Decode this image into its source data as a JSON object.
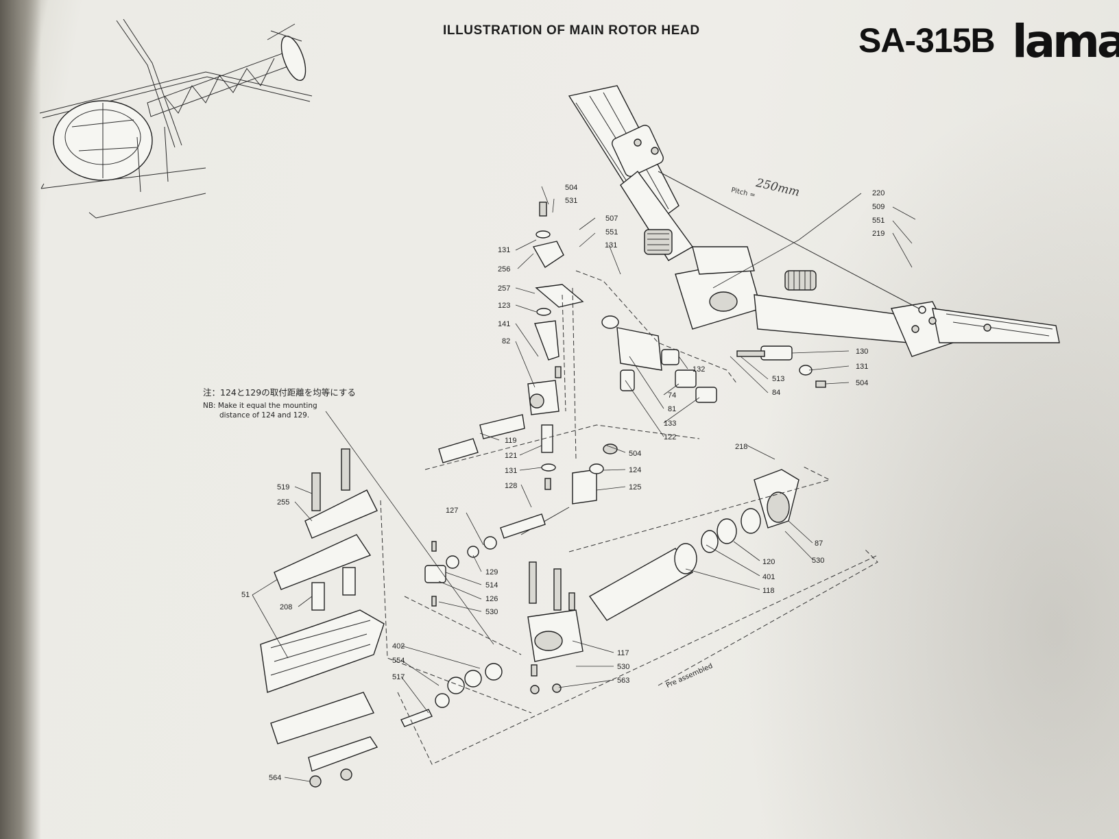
{
  "header": {
    "title": "ILLUSTRATION OF MAIN ROTOR HEAD",
    "model": "SA-315B",
    "brand": "lama"
  },
  "notes": {
    "jp": "注：124と129の取付距離を均等にする",
    "en_line1": "NB: Make it equal the mounting",
    "en_line2": "distance of 124 and 129.",
    "pitch": "Pitch =",
    "pitch_handwritten": "250mm",
    "preassembled": "Pre assembled"
  },
  "part_labels": [
    {
      "id": "504a",
      "text": "504"
    },
    {
      "id": "531",
      "text": "531"
    },
    {
      "id": "507",
      "text": "507"
    },
    {
      "id": "551a",
      "text": "551"
    },
    {
      "id": "131a",
      "text": "131"
    },
    {
      "id": "131b",
      "text": "131"
    },
    {
      "id": "256",
      "text": "256"
    },
    {
      "id": "257",
      "text": "257"
    },
    {
      "id": "123",
      "text": "123"
    },
    {
      "id": "141",
      "text": "141"
    },
    {
      "id": "82",
      "text": "82"
    },
    {
      "id": "220",
      "text": "220"
    },
    {
      "id": "509",
      "text": "509"
    },
    {
      "id": "551b",
      "text": "551"
    },
    {
      "id": "219",
      "text": "219"
    },
    {
      "id": "130",
      "text": "130"
    },
    {
      "id": "131c",
      "text": "131"
    },
    {
      "id": "504b",
      "text": "504"
    },
    {
      "id": "513",
      "text": "513"
    },
    {
      "id": "84",
      "text": "84"
    },
    {
      "id": "132",
      "text": "132"
    },
    {
      "id": "74",
      "text": "74"
    },
    {
      "id": "81",
      "text": "81"
    },
    {
      "id": "133",
      "text": "133"
    },
    {
      "id": "122",
      "text": "122"
    },
    {
      "id": "119",
      "text": "119"
    },
    {
      "id": "121",
      "text": "121"
    },
    {
      "id": "131d",
      "text": "131"
    },
    {
      "id": "128",
      "text": "128"
    },
    {
      "id": "504c",
      "text": "504"
    },
    {
      "id": "124",
      "text": "124"
    },
    {
      "id": "125",
      "text": "125"
    },
    {
      "id": "218",
      "text": "218"
    },
    {
      "id": "87",
      "text": "87"
    },
    {
      "id": "530a",
      "text": "530"
    },
    {
      "id": "120",
      "text": "120"
    },
    {
      "id": "401",
      "text": "401"
    },
    {
      "id": "118",
      "text": "118"
    },
    {
      "id": "127",
      "text": "127"
    },
    {
      "id": "129",
      "text": "129"
    },
    {
      "id": "514",
      "text": "514"
    },
    {
      "id": "126",
      "text": "126"
    },
    {
      "id": "530b",
      "text": "530"
    },
    {
      "id": "519",
      "text": "519"
    },
    {
      "id": "255",
      "text": "255"
    },
    {
      "id": "51",
      "text": "51"
    },
    {
      "id": "208",
      "text": "208"
    },
    {
      "id": "402",
      "text": "402"
    },
    {
      "id": "554",
      "text": "554"
    },
    {
      "id": "517",
      "text": "517"
    },
    {
      "id": "117",
      "text": "117"
    },
    {
      "id": "530c",
      "text": "530"
    },
    {
      "id": "563",
      "text": "563"
    },
    {
      "id": "564",
      "text": "564"
    }
  ]
}
